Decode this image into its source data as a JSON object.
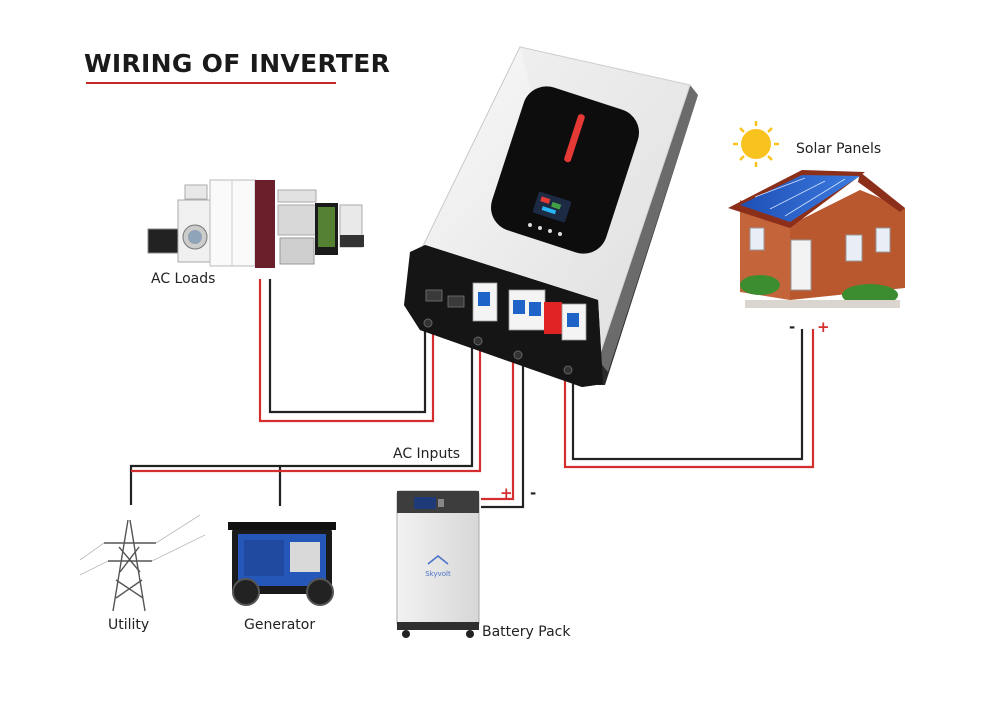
{
  "title": "WIRING OF INVERTER",
  "labels": {
    "ac_loads": "AC Loads",
    "solar_panels": "Solar Panels",
    "ac_inputs": "AC Inputs",
    "utility": "Utility",
    "generator": "Generator",
    "battery_pack": "Battery Pack"
  },
  "polarity": {
    "plus": "+",
    "minus": "-"
  },
  "battery_brand": "Skyvolt",
  "colors": {
    "positive_wire": "#d32f2f",
    "negative_wire": "#222222",
    "accent": "#c62828"
  }
}
